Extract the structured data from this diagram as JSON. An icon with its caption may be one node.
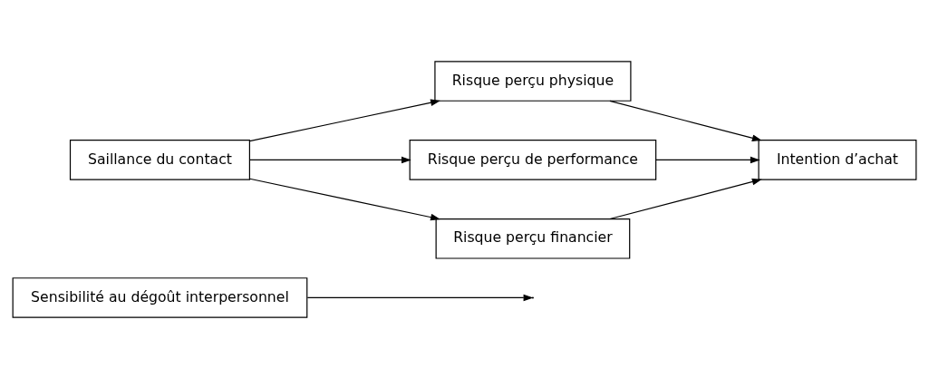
{
  "diagram": {
    "nodes": [
      {
        "text": [
          "Sensibilité au dégoût interpersonnel"
        ]
      },
      {
        "text": [
          "Risque perçu physique"
        ]
      },
      {
        "text": [
          "Saillance du contact"
        ]
      },
      {
        "text": [
          "Risque perçu de performance"
        ]
      },
      {
        "text": [
          "Risque perçu financier"
        ]
      },
      {
        "text": [
          "Intention d’achat"
        ]
      }
    ],
    "edges": [
      {
        "from": 0,
        "to": null,
        "arrow": "to"
      },
      {
        "from": 2,
        "to": 1,
        "arrow": "to"
      },
      {
        "from": 2,
        "to": 3,
        "arrow": "to"
      },
      {
        "from": 2,
        "to": 4,
        "arrow": "to"
      },
      {
        "from": 1,
        "to": 5,
        "arrow": "to"
      },
      {
        "from": 3,
        "to": 5,
        "arrow": "to"
      },
      {
        "from": 4,
        "to": 5,
        "arrow": "to"
      }
    ]
  }
}
